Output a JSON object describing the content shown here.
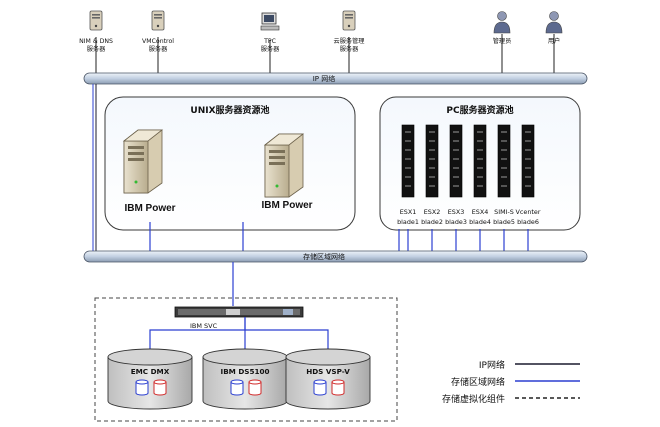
{
  "top_nodes": [
    {
      "label": "NIM & DNS",
      "sublabel": "服务器",
      "icon": "server-icon"
    },
    {
      "label": "VMControl",
      "sublabel": "服务器",
      "icon": "server-icon"
    },
    {
      "label": "TPC",
      "sublabel": "服务器",
      "icon": "workstation-icon"
    },
    {
      "label": "云服务管理",
      "sublabel": "服务器",
      "icon": "server-icon"
    },
    {
      "label": "管理员",
      "sublabel": "",
      "icon": "person-icon"
    },
    {
      "label": "用户",
      "sublabel": "",
      "icon": "person-icon"
    }
  ],
  "buses": {
    "ip": "IP 网络",
    "storage": "存储区域网络"
  },
  "unix_pool": {
    "title": "UNIX服务器资源池",
    "servers": [
      "IBM Power",
      "IBM Power"
    ]
  },
  "pc_pool": {
    "title": "PC服务器资源池",
    "blades": [
      {
        "name": "ESX1",
        "sub": "blade1"
      },
      {
        "name": "ESX2",
        "sub": "blade2"
      },
      {
        "name": "ESX3",
        "sub": "blade3"
      },
      {
        "name": "ESX4",
        "sub": "blade4"
      },
      {
        "name": "SIMI-S",
        "sub": "blade5"
      },
      {
        "name": "Vcenter",
        "sub": "blade6"
      }
    ]
  },
  "svc": {
    "label": "IBM SVC"
  },
  "storage_arrays": [
    "EMC DMX",
    "IBM DS5100",
    "HDS VSP-V"
  ],
  "legend": {
    "ip": "IP网络",
    "san": "存储区域网络",
    "virt": "存储虚拟化组件"
  },
  "colors": {
    "bus_fill": "#c9d6e6",
    "bus_stroke": "#4a5566",
    "san_link": "#2b3fd1",
    "ip_link": "#1a1a2e",
    "disk_blue": "#2b3fd1",
    "disk_red": "#d12b2b"
  }
}
